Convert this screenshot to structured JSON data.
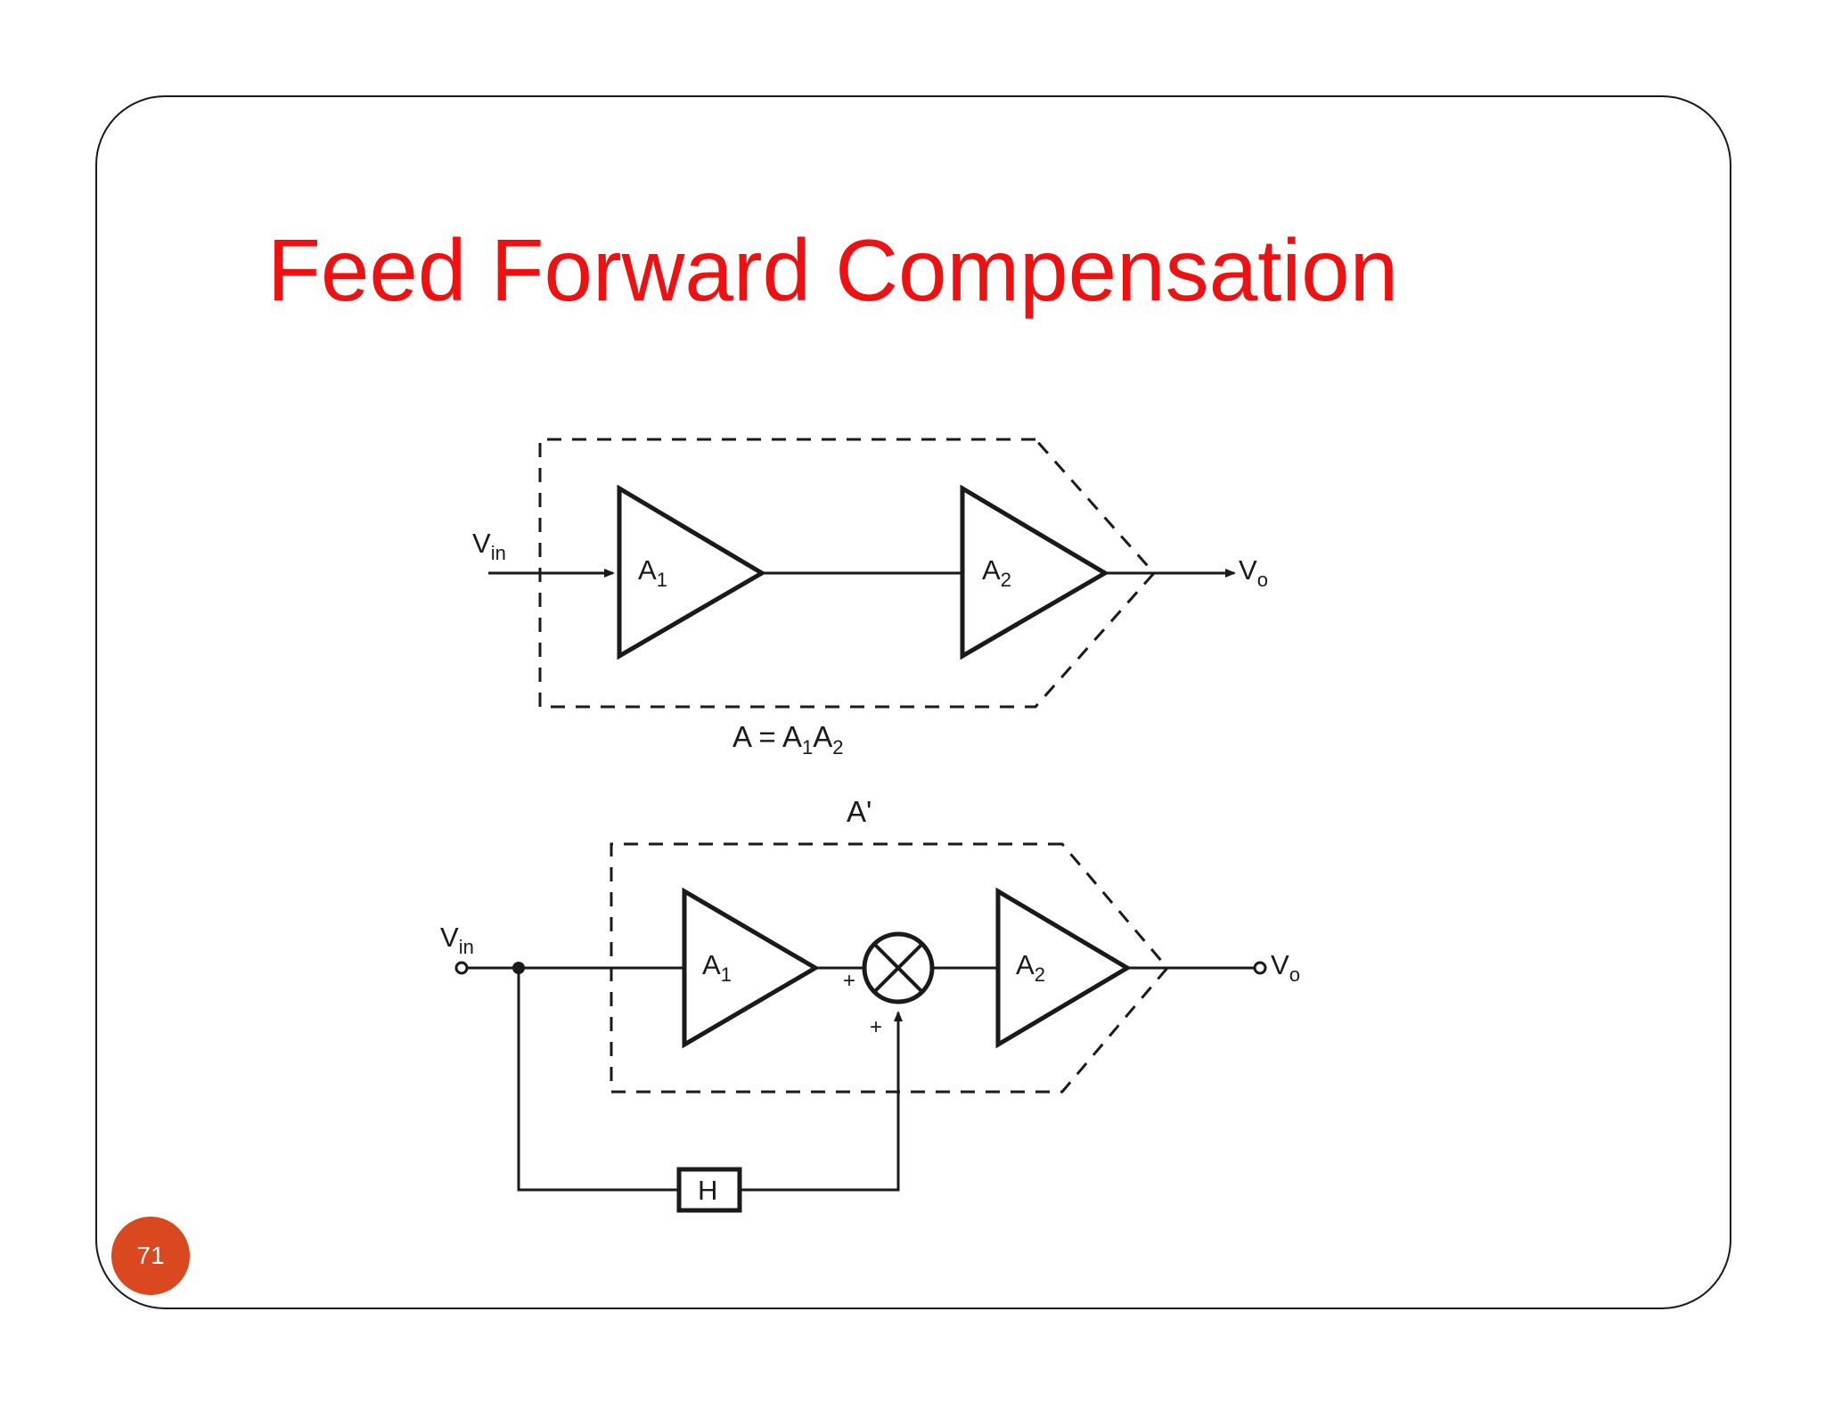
{
  "slide": {
    "title": "Feed Forward Compensation",
    "page_number": "71"
  },
  "colors": {
    "title": "#ee1111",
    "badge": "#d9481e",
    "line": "#1a1a1a"
  },
  "diagram_top": {
    "input_label": "V",
    "input_sub": "in",
    "amp1_label": "A",
    "amp1_sub": "1",
    "amp2_label": "A",
    "amp2_sub": "2",
    "output_label": "V",
    "output_sub": "o",
    "equation_main": "A = A",
    "equation_sub1": "1",
    "equation_mid": "A",
    "equation_sub2": "2"
  },
  "diagram_bottom": {
    "block_label": "A'",
    "input_label": "V",
    "input_sub": "in",
    "amp1_label": "A",
    "amp1_sub": "1",
    "amp2_label": "A",
    "amp2_sub": "2",
    "output_label": "V",
    "output_sub": "o",
    "sum_plus_left": "+",
    "sum_plus_bottom": "+",
    "feedforward_label": "H"
  }
}
